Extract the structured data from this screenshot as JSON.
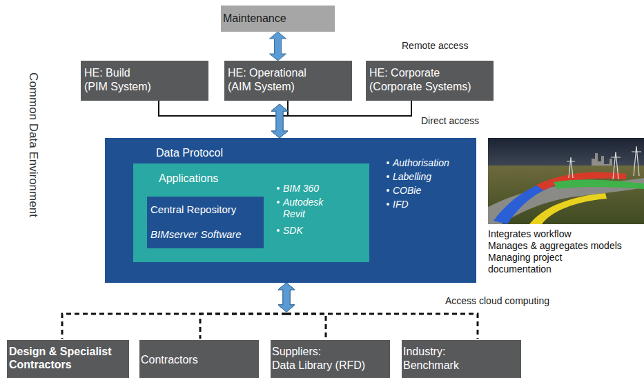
{
  "diagram": {
    "nodes": [
      {
        "text": [
          "Maintenance"
        ]
      },
      {
        "text": [
          "HE: Build",
          "(PIM System)"
        ]
      },
      {
        "text": [
          "HE: Operational",
          "(AIM System)"
        ]
      },
      {
        "text": [
          "HE: Corporate",
          "(Corporate Systems)"
        ]
      },
      {
        "text": [
          "Data Protocol",
          "Authorisation",
          "Labelling",
          "COBie",
          "IFD"
        ]
      },
      {
        "text": [
          "Applications",
          "BIM 360",
          "Autodesk Revit",
          "SDK"
        ],
        "in": 4
      },
      {
        "text": [
          "Central Repository",
          "BIMserver Software"
        ],
        "in": 5
      },
      {
        "text": [
          "Design & Specialist Contractors"
        ]
      },
      {
        "text": [
          "Contractors"
        ]
      },
      {
        "text": [
          "Suppliers:",
          "Data Library (RFD)"
        ]
      },
      {
        "text": [
          "Industry:",
          "Benchmark"
        ]
      }
    ],
    "edges": [
      {
        "from": 0,
        "to": 2,
        "arrow": "both"
      },
      {
        "from": 1,
        "to": 4,
        "arrow": "both"
      },
      {
        "from": 2,
        "to": 4,
        "arrow": "both"
      },
      {
        "from": 3,
        "to": 4,
        "arrow": "both"
      },
      {
        "from": 4,
        "to": 7,
        "arrow": "both"
      },
      {
        "from": 4,
        "to": 8,
        "arrow": "both"
      },
      {
        "from": 4,
        "to": 9,
        "arrow": "both"
      },
      {
        "from": 4,
        "to": 10,
        "arrow": "both"
      }
    ],
    "labels": [
      "Remote access",
      "Direct access",
      "Access cloud computing",
      "Common Data Environment",
      "Integrates workflow",
      "Manages & aggregates models",
      "Managing project documentation"
    ]
  }
}
